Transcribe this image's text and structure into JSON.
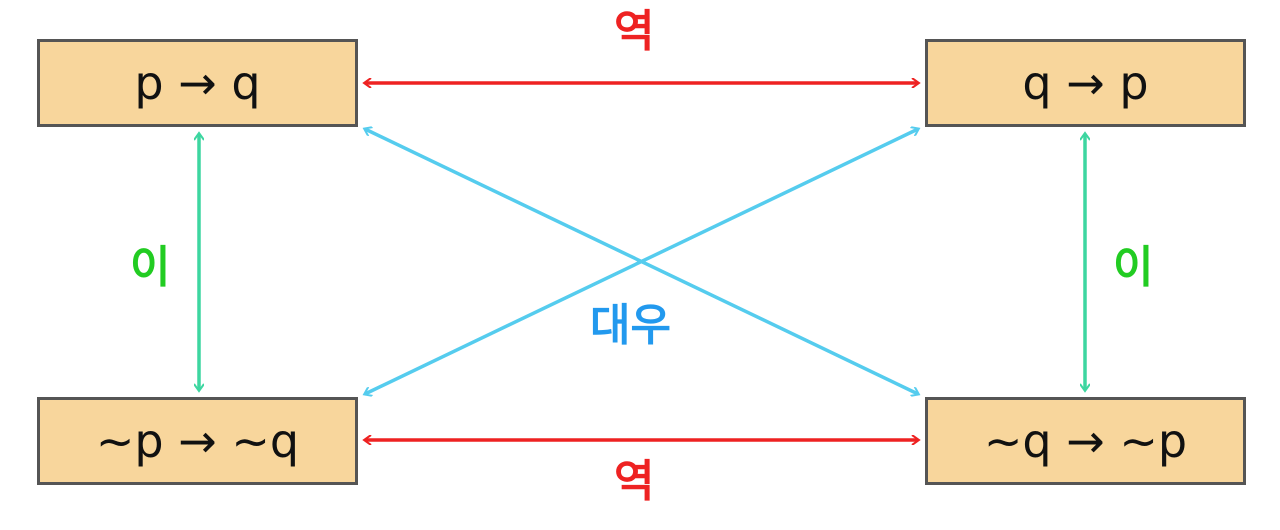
{
  "boxes": {
    "top_left": "p → q",
    "top_right": "q → p",
    "bottom_left": "~p → ~q",
    "bottom_right": "~q → ~p"
  },
  "labels": {
    "converse_top": "역",
    "converse_bottom": "역",
    "inverse_left": "이",
    "inverse_right": "이",
    "contrapositive": "대우"
  },
  "colors": {
    "box_fill": "#f8d69c",
    "box_border": "#555555",
    "converse": "#ee2222",
    "inverse": "#3dd6a0",
    "inverse_label": "#22cc22",
    "contrapositive": "#55ccee",
    "contrapositive_label": "#2299ee"
  }
}
